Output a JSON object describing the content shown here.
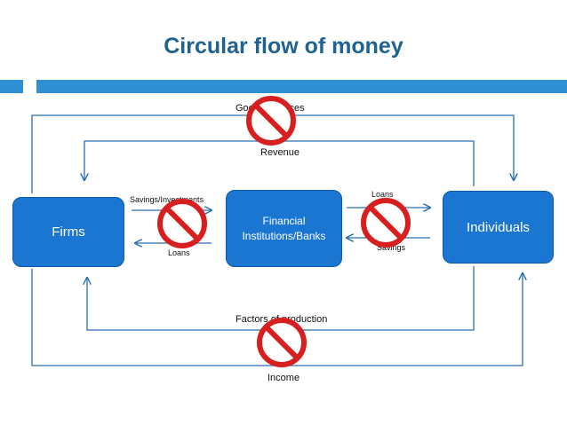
{
  "title": "Circular flow of money",
  "nodes": {
    "firms": "Firms",
    "financial_line1": "Financial",
    "financial_line2": "Institutions/Banks",
    "individuals": "Individuals"
  },
  "flows": {
    "goods_services": "Goods/Services",
    "revenue": "Revenue",
    "factors_of_production": "Factors of production",
    "income": "Income",
    "savings_investments": "Savings/Investments",
    "loans_left": "Loans",
    "loans_right": "Loans",
    "savings_right": "Savings"
  },
  "icons": {
    "prohibition": "no-entry-sign"
  },
  "colors": {
    "title": "#1f6391",
    "accent_bar": "#2e8fd3",
    "box_fill": "#1b76d2",
    "arrow": "#2a6fb0",
    "prohibition_red": "#d81f1f"
  }
}
